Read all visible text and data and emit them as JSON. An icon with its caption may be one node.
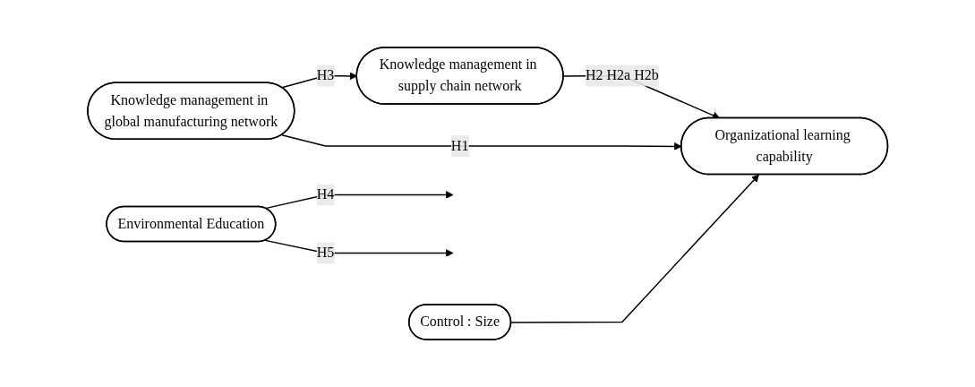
{
  "diagram": {
    "nodes": [
      {
        "text": [
          "Knowledge management in supply chain network"
        ]
      },
      {
        "text": [
          "Knowledge management in global manufacturing network"
        ]
      },
      {
        "text": [
          "Organizational learning capability"
        ]
      },
      {
        "text": [
          "Environmental Education"
        ]
      },
      {
        "text": [
          "Control : Size"
        ]
      }
    ],
    "edges": [
      {
        "from": 1,
        "to": 0,
        "arrow": "to",
        "label": "H3"
      },
      {
        "from": 0,
        "to": 2,
        "arrow": "to",
        "label": "H2 H2a H2b"
      },
      {
        "from": 1,
        "to": 2,
        "arrow": "to",
        "label": "H1"
      },
      {
        "from": 3,
        "to": null,
        "arrow": "to",
        "label": "H4"
      },
      {
        "from": 3,
        "to": null,
        "arrow": "to",
        "label": "H5"
      },
      {
        "from": 4,
        "to": 2,
        "arrow": "to"
      }
    ]
  }
}
